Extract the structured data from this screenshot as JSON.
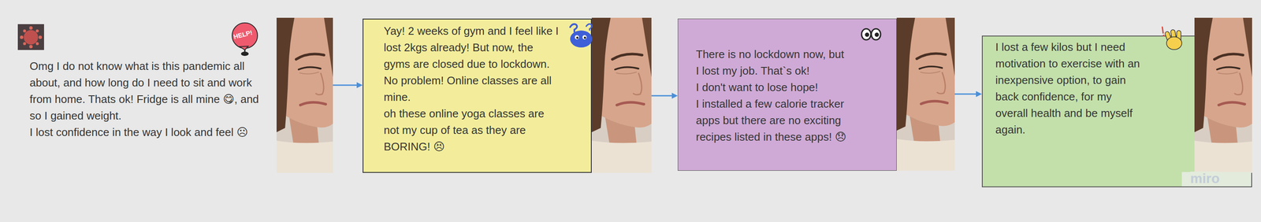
{
  "diagram": {
    "nodes": [
      {
        "text": [
          "Omg I do not know what is this pandemic all about, and how long do I need to sit and work from home. Thats ok! Fridge is all mine 😋, and so I gained weight.",
          "I lost confidence in the way I look and feel ☹"
        ]
      },
      {
        "text": [
          "Yay! 2 weeks of gym and I feel like I lost 2kgs already! But now, the gyms are closed due to lockdown. No problem! Online classes are all mine.",
          "oh these online yoga classes are not my cup of tea as they are BORING! 😣"
        ]
      },
      {
        "text": [
          "There is no lockdown now, but I lost my job. That`s ok!",
          "I don't want to lose hope!",
          "I installed a few calorie tracker apps but there are no exciting recipes listed in these apps! 😞"
        ]
      },
      {
        "text": [
          "I lost a few kilos but I need motivation to exercise with an inexpensive option, to gain back confidence, for my overall health and be myself again."
        ]
      }
    ],
    "edges": [
      {
        "from": 0,
        "to": 1,
        "arrow": "to"
      },
      {
        "from": 1,
        "to": 2,
        "arrow": "to"
      },
      {
        "from": 2,
        "to": 3,
        "arrow": "to"
      }
    ],
    "labels": [
      "HELP!",
      "miro"
    ]
  }
}
